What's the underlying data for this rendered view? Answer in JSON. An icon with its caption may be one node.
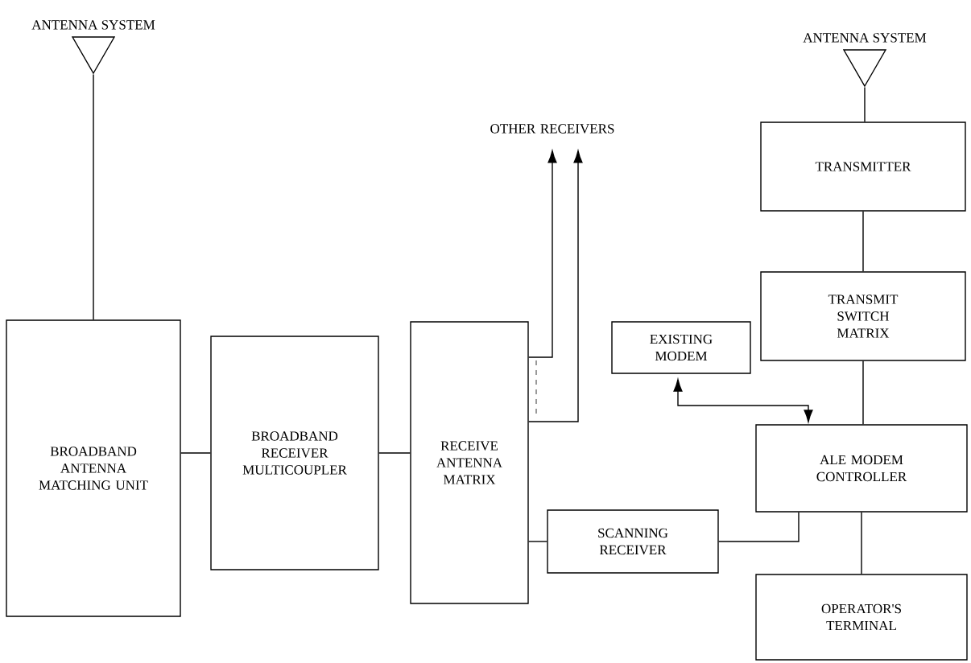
{
  "diagram": {
    "nodes": [
      {
        "text": [
          "ANTENNA SYSTEM"
        ]
      },
      {
        "text": [
          "BROADBAND ANTENNA MATCHING UNIT"
        ]
      },
      {
        "text": [
          "BROADBAND RECEIVER MULTICOUPLER"
        ]
      },
      {
        "text": [
          "RECEIVE ANTENNA MATRIX"
        ]
      },
      {
        "text": [
          "OTHER RECEIVERS"
        ]
      },
      {
        "text": [
          "ANTENNA SYSTEM"
        ]
      },
      {
        "text": [
          "TRANSMITTER"
        ]
      },
      {
        "text": [
          "TRANSMIT SWITCH MATRIX"
        ]
      },
      {
        "text": [
          "EXISTING MODEM"
        ]
      },
      {
        "text": [
          "ALE MODEM CONTROLLER"
        ]
      },
      {
        "text": [
          "SCANNING RECEIVER"
        ]
      },
      {
        "text": [
          "OPERATOR'S TERMINAL"
        ]
      }
    ],
    "edges": [
      {
        "from": 0,
        "to": 1,
        "arrow": "none"
      },
      {
        "from": 1,
        "to": 2,
        "arrow": "none"
      },
      {
        "from": 2,
        "to": 3,
        "arrow": "none"
      },
      {
        "from": 3,
        "to": 4,
        "arrow": "to"
      },
      {
        "from": 3,
        "to": 4,
        "arrow": "to"
      },
      {
        "from": 5,
        "to": 6,
        "arrow": "none"
      },
      {
        "from": 6,
        "to": 7,
        "arrow": "none"
      },
      {
        "from": 7,
        "to": 9,
        "arrow": "none"
      },
      {
        "from": 8,
        "to": 9,
        "arrow": "both"
      },
      {
        "from": 3,
        "to": 10,
        "arrow": "none"
      },
      {
        "from": 10,
        "to": 9,
        "arrow": "none"
      },
      {
        "from": 9,
        "to": 11,
        "arrow": "none"
      }
    ]
  }
}
